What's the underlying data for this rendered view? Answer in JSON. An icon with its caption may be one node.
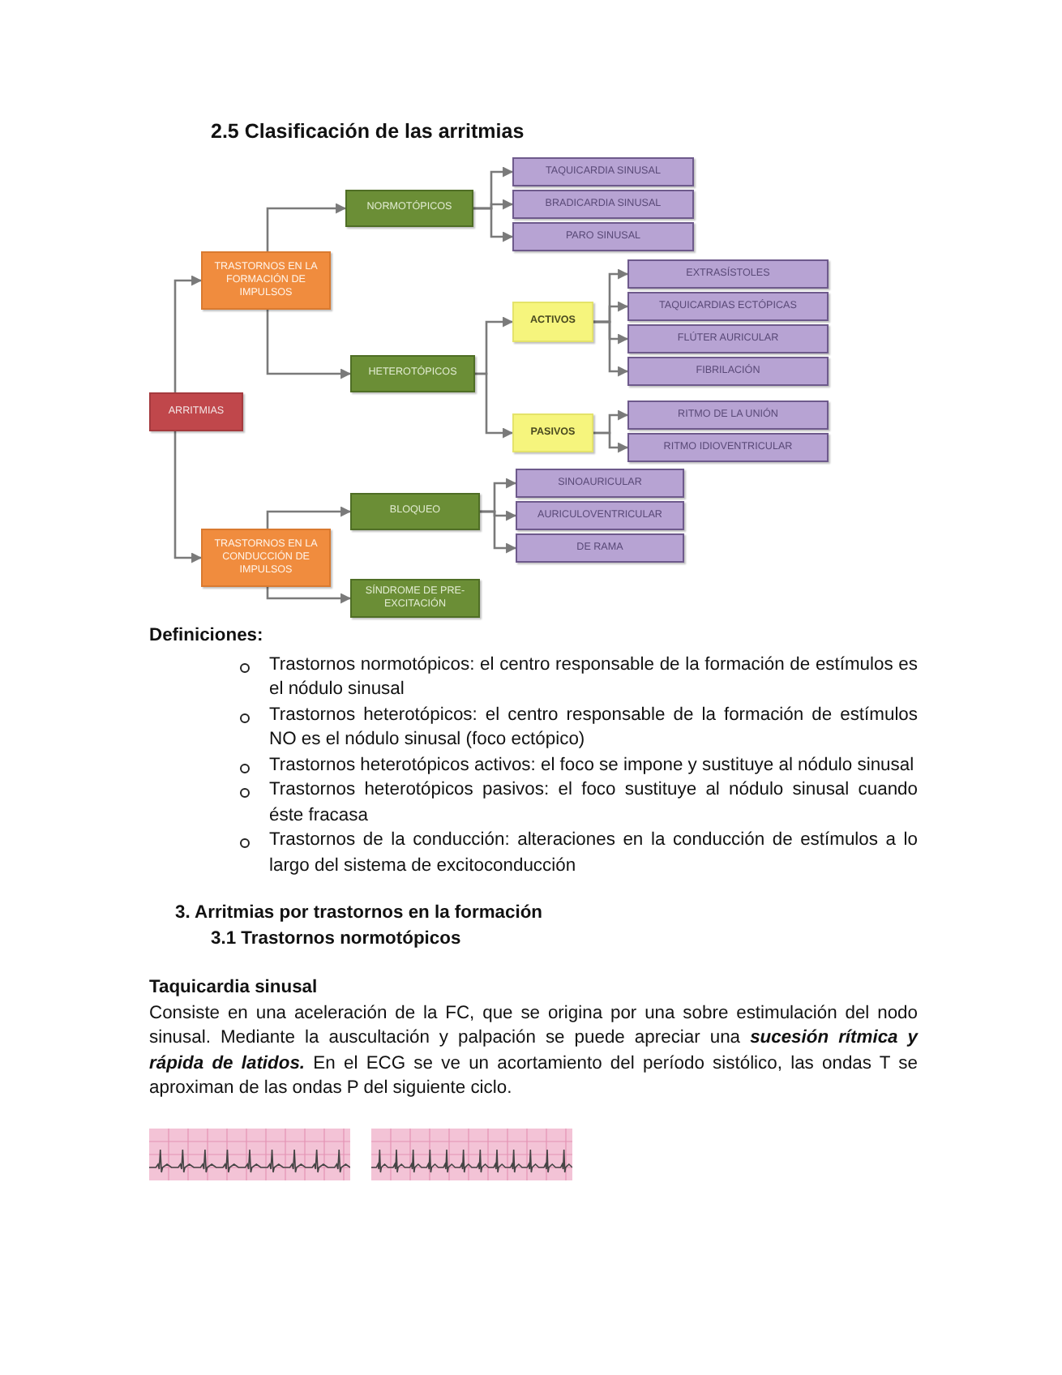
{
  "diagram": {
    "title": "2.5 Clasificación de las arritmias",
    "nodes": [
      {
        "text": [
          "ARRITMIAS"
        ]
      },
      {
        "text": [
          "TRASTORNOS EN LA FORMACIÓN DE IMPULSOS"
        ]
      },
      {
        "text": [
          "NORMOTÓPICOS"
        ]
      },
      {
        "text": [
          "TAQUICARDIA SINUSAL"
        ]
      },
      {
        "text": [
          "BRADICARDIA SINUSAL"
        ]
      },
      {
        "text": [
          "PARO SINUSAL"
        ]
      },
      {
        "text": [
          "HETEROTÓPICOS"
        ]
      },
      {
        "text": [
          "ACTIVOS"
        ]
      },
      {
        "text": [
          "EXTRASÍSTOLES"
        ]
      },
      {
        "text": [
          "TAQUICARDIAS ECTÓPICAS"
        ]
      },
      {
        "text": [
          "FLÚTER AURICULAR"
        ]
      },
      {
        "text": [
          "FIBRILACIÓN"
        ]
      },
      {
        "text": [
          "PASIVOS"
        ]
      },
      {
        "text": [
          "RITMO DE LA UNIÓN"
        ]
      },
      {
        "text": [
          "RITMO IDIOVENTRICULAR"
        ]
      },
      {
        "text": [
          "TRASTORNOS EN LA CONDUCCIÓN DE IMPULSOS"
        ]
      },
      {
        "text": [
          "BLOQUEO"
        ]
      },
      {
        "text": [
          "SINOAURICULAR"
        ]
      },
      {
        "text": [
          "AURICULOVENTRICULAR"
        ]
      },
      {
        "text": [
          "DE RAMA"
        ]
      },
      {
        "text": [
          "SÍNDROME DE PRE-EXCITACIÓN"
        ]
      }
    ],
    "edges": [
      {
        "from": 0,
        "to": 1,
        "arrow": "to"
      },
      {
        "from": 0,
        "to": 15,
        "arrow": "to"
      },
      {
        "from": 1,
        "to": 2,
        "arrow": "to"
      },
      {
        "from": 1,
        "to": 6,
        "arrow": "to"
      },
      {
        "from": 2,
        "to": 3,
        "arrow": "to"
      },
      {
        "from": 2,
        "to": 4,
        "arrow": "to"
      },
      {
        "from": 2,
        "to": 5,
        "arrow": "to"
      },
      {
        "from": 6,
        "to": 7,
        "arrow": "to"
      },
      {
        "from": 6,
        "to": 12,
        "arrow": "to"
      },
      {
        "from": 7,
        "to": 8,
        "arrow": "to"
      },
      {
        "from": 7,
        "to": 9,
        "arrow": "to"
      },
      {
        "from": 7,
        "to": 10,
        "arrow": "to"
      },
      {
        "from": 7,
        "to": 11,
        "arrow": "to"
      },
      {
        "from": 12,
        "to": 13,
        "arrow": "to"
      },
      {
        "from": 12,
        "to": 14,
        "arrow": "to"
      },
      {
        "from": 15,
        "to": 16,
        "arrow": "to"
      },
      {
        "from": 15,
        "to": 20,
        "arrow": "to"
      },
      {
        "from": 16,
        "to": 17,
        "arrow": "to"
      },
      {
        "from": 16,
        "to": 18,
        "arrow": "to"
      },
      {
        "from": 16,
        "to": 19,
        "arrow": "to"
      }
    ],
    "labels": [
      "Definiciones:",
      "Trastornos normotópicos: el centro responsable de la formación de estímulos es el nódulo sinusal",
      "Trastornos heterotópicos: el centro responsable de la formación de estímulos NO es el nódulo sinusal (foco ectópico)",
      "Trastornos heterotópicos activos: el foco se impone y sustituye al nódulo sinusal",
      "Trastornos heterotópicos pasivos: el foco sustituye al nódulo sinusal cuando éste fracasa",
      "Trastornos de la conducción: alteraciones en la conducción de estímulos a lo largo del sistema de excitoconducción",
      "3. Arritmias por trastornos en la formación",
      "3.1 Trastornos normotópicos",
      "Taquicardia sinusal",
      "Consiste en una aceleración de la FC, que se origina por una sobre estimulación del nodo sinusal. Mediante la auscultación y palpación se puede apreciar una *sucesión rítmica y rápida de latidos.* En el ECG se ve un acortamiento del período sistólico, las ondas T se aproximan de las ondas P del siguiente ciclo."
    ]
  }
}
